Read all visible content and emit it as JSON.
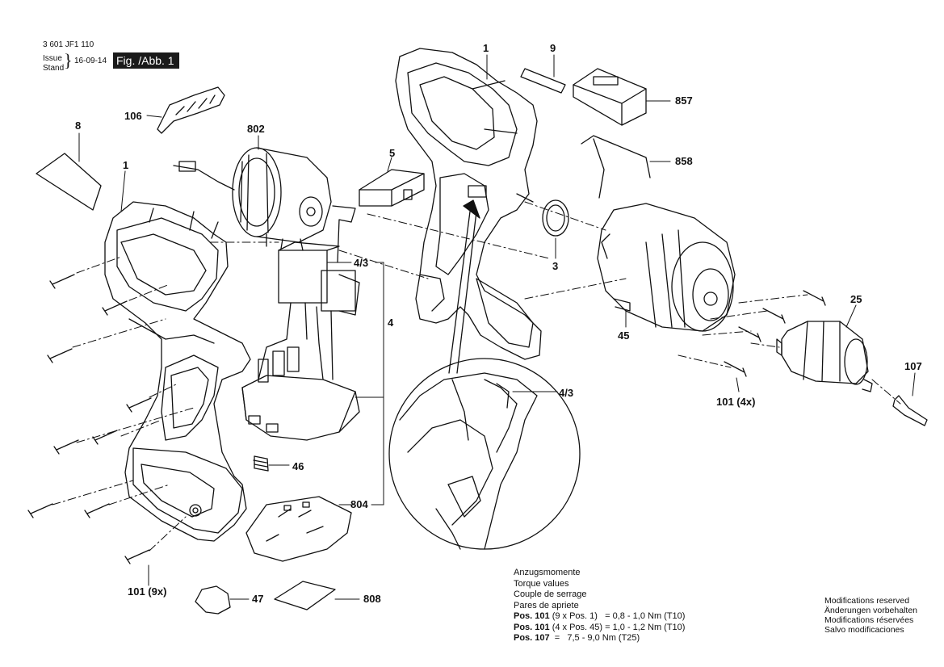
{
  "header": {
    "part_code": "3 601 JF1 110",
    "issue_label": "Issue",
    "stand_label": "Stand",
    "date": "16-09-14",
    "figure_label": "Fig. /Abb. 1"
  },
  "callouts": {
    "c1_top": "1",
    "c9": "9",
    "c857": "857",
    "c858": "858",
    "c106": "106",
    "c802": "802",
    "c8": "8",
    "c1_left": "1",
    "c5": "5",
    "c3": "3",
    "c4_3_a": "4/3",
    "c4": "4",
    "c25": "25",
    "c45": "45",
    "c107": "107",
    "c4_3_b": "4/3",
    "c101_4x": "101 (4x)",
    "c46": "46",
    "c804": "804",
    "c101_9x": "101 (9x)",
    "c47": "47",
    "c808": "808"
  },
  "torque": {
    "lines": [
      "Anzugsmomente",
      "Torque values",
      "Couple de serrage",
      "Pares de apriete"
    ],
    "spec1_pos": "Pos. 101",
    "spec1_rest": " (9 x Pos. 1)   = 0,8 - 1,0 Nm (T10)",
    "spec2_pos": "Pos. 101",
    "spec2_rest": " (4 x Pos. 45) = 1,0 - 1,2 Nm (T10)",
    "spec3_pos": "Pos. 107",
    "spec3_rest": "  =   7,5 - 9,0 Nm (T25)"
  },
  "modifications": [
    "Modifications reserved",
    "Änderungen vorbehalten",
    "Modifications réservées",
    "Salvo modificaciones"
  ]
}
